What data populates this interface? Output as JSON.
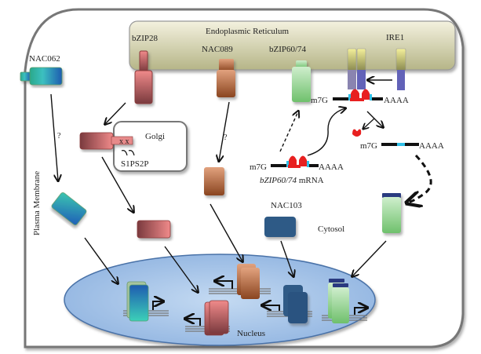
{
  "labels": {
    "er": "Endoplasmic Reticulum",
    "bzip28": "bZIP28",
    "nac089": "NAC089",
    "bzip6074": "bZIP60/74",
    "ire1": "IRE1",
    "nac062": "NAC062",
    "golgi": "Golgi",
    "s1p_s2p": "S1PS2P",
    "golgi_x": "x x",
    "plasma_membrane": "Plasma Membrane",
    "cytosol": "Cytosol",
    "nucleus": "Nucleus",
    "nac103": "NAC103",
    "q1": "?",
    "q2": "?",
    "m7g_1": "m7G",
    "aaaa_1": "AAAA",
    "m7g_2": "m7G",
    "aaaa_2": "AAAA",
    "m7g_3": "m7G",
    "aaaa_3": "AAAA",
    "mrna_italic": "bZIP60/74",
    "mrna_suffix": " mRNA"
  },
  "colors": {
    "er_fill_top": "#f3f1df",
    "er_fill_bottom": "#b9b98a",
    "nucleus_fill": "#a9c7ea",
    "bzip28_red": "#e98686",
    "nac089_brown": "#c2774c",
    "bzip60_green": "#9fd89a",
    "ire1_yellow": "#e8e48a",
    "ire1_purple": "#6b6bb0",
    "nac062_teal": "#3cc0b0",
    "nac062_blue": "#1e64b0",
    "nac103_navy": "#2f5a86",
    "intron_red": "#e82020",
    "exon_cyan": "#31c0e8"
  }
}
